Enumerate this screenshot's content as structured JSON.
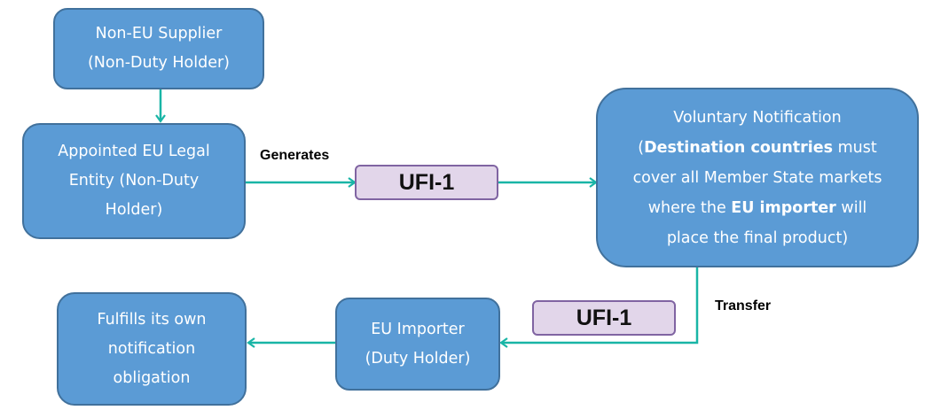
{
  "colors": {
    "node_fill": "#5b9bd5",
    "node_border": "#41719c",
    "tag_fill": "#e2d6ea",
    "tag_border": "#8064a2",
    "connector": "#19b5a6"
  },
  "nodes": {
    "supplier": {
      "line1": "Non-EU Supplier",
      "line2": "(Non-Duty Holder)"
    },
    "legal_entity": {
      "line1": "Appointed EU Legal",
      "line2": "Entity (Non-Duty",
      "line3": "Holder)"
    },
    "voluntary": {
      "line1": "Voluntary Notification",
      "line2_open": "(",
      "line2_bold": "Destination countries",
      "line2_rest": " must",
      "line3": "cover all Member State markets",
      "line4_pre": "where the ",
      "line4_bold": "EU importer",
      "line4_rest": " will",
      "line5": "place the final product)"
    },
    "importer": {
      "line1": "EU Importer",
      "line2": "(Duty Holder)"
    },
    "fulfills": {
      "line1": "Fulfills its own",
      "line2": "notification",
      "line3": "obligation"
    }
  },
  "tags": {
    "ufi_top": "UFI-1",
    "ufi_bottom": "UFI-1"
  },
  "edge_labels": {
    "generates": "Generates",
    "transfer": "Transfer"
  }
}
